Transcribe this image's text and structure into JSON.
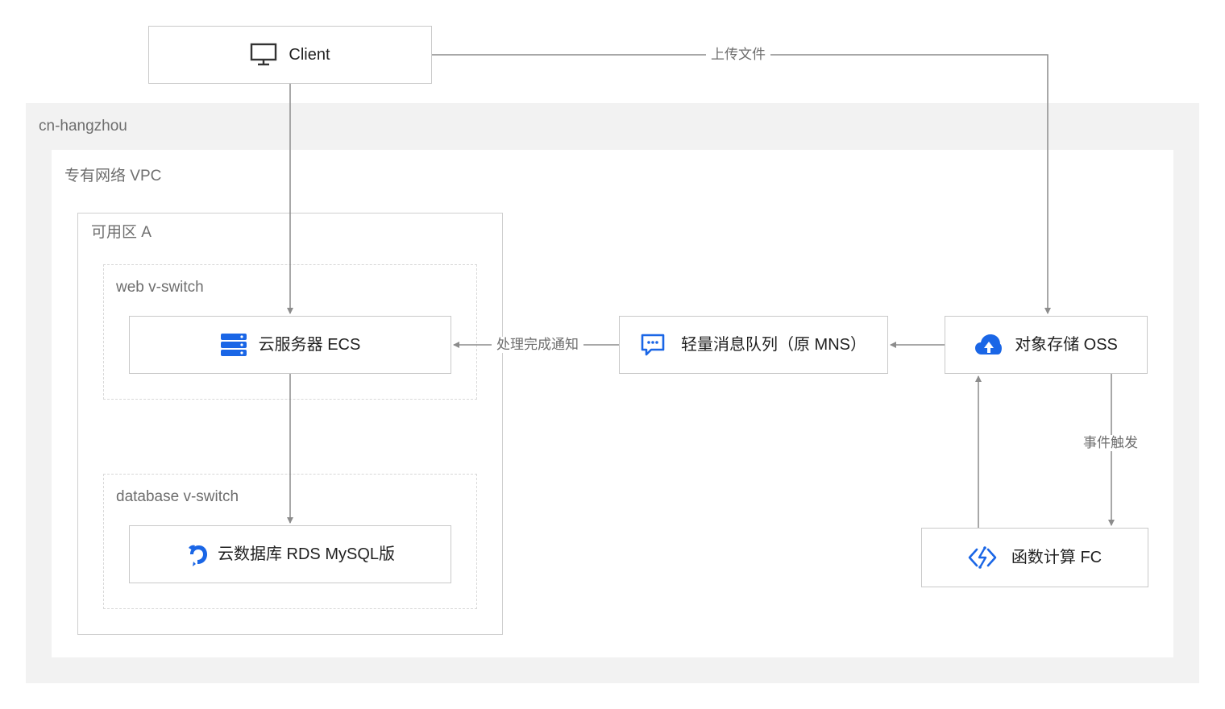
{
  "groups": {
    "region": "cn-hangzhou",
    "vpc": "专有网络 VPC",
    "zone": "可用区 A",
    "web_switch": "web v-switch",
    "db_switch": "database v-switch"
  },
  "nodes": {
    "client": "Client",
    "ecs": "云服务器 ECS",
    "rds": "云数据库 RDS MySQL版",
    "mns": "轻量消息队列（原 MNS）",
    "oss": "对象存储 OSS",
    "fc": "函数计算 FC"
  },
  "edges": {
    "upload": "上传文件",
    "notify": "处理完成通知",
    "trigger": "事件触发"
  },
  "colors": {
    "accent": "#1a66e6",
    "line": "#8c8c8c",
    "region_bg": "#f2f2f2"
  }
}
